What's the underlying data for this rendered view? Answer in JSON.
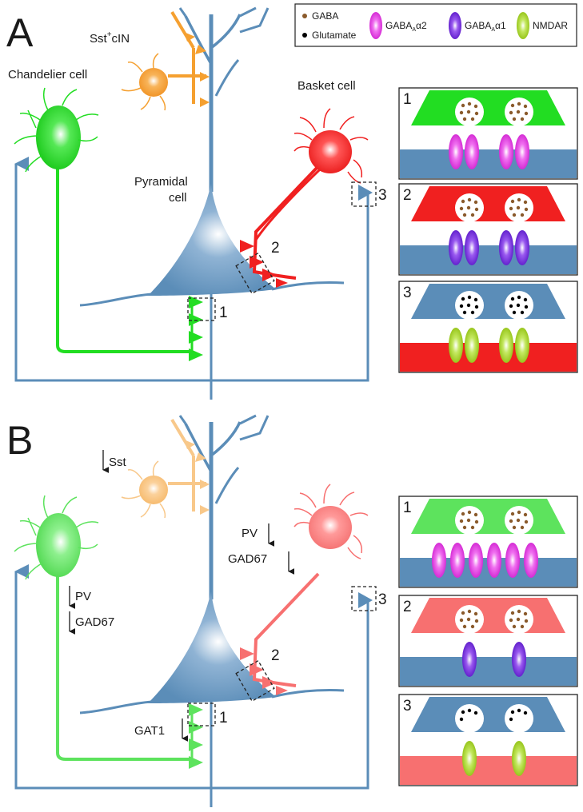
{
  "panels": [
    {
      "letter": "A",
      "labels": {
        "sst": "Sst",
        "sst_sup": "+",
        "sst_suffix": "cIN",
        "chandelier": "Chandelier cell",
        "basket": "Basket cell",
        "pyramidal_line1": "Pyramidal",
        "pyramidal_line2": "cell"
      },
      "site_numbers": [
        "1",
        "2",
        "3"
      ],
      "synapse_boxes": [
        {
          "number": "1",
          "presynaptic_color": "#22dd22",
          "postsynaptic_color": "#5b8db8",
          "dot": "GABA",
          "receptor": "GABAA α2",
          "receptor_count": 4
        },
        {
          "number": "2",
          "presynaptic_color": "#f02020",
          "postsynaptic_color": "#5b8db8",
          "dot": "GABA",
          "receptor": "GABAA α1",
          "receptor_count": 4
        },
        {
          "number": "3",
          "presynaptic_color": "#5b8db8",
          "postsynaptic_color": "#f02020",
          "dot": "Glutamate",
          "receptor": "NMDAR",
          "receptor_count": 4
        }
      ]
    },
    {
      "letter": "B",
      "labels": {
        "sst": "Sst",
        "pv": "PV",
        "gad67": "GAD67",
        "gat1": "GAT1"
      },
      "site_numbers": [
        "1",
        "2",
        "3"
      ],
      "synapse_boxes": [
        {
          "number": "1",
          "presynaptic_color": "#5de35d",
          "postsynaptic_color": "#5b8db8",
          "dot": "GABA",
          "receptor": "GABAA α2",
          "receptor_count": 6
        },
        {
          "number": "2",
          "presynaptic_color": "#f77070",
          "postsynaptic_color": "#5b8db8",
          "dot": "GABA",
          "receptor": "GABAA α1",
          "receptor_count": 2
        },
        {
          "number": "3",
          "presynaptic_color": "#5b8db8",
          "postsynaptic_color": "#f77070",
          "dot": "Glutamate",
          "receptor": "NMDAR",
          "receptor_count": 2
        }
      ]
    }
  ],
  "legend": {
    "gaba": "GABA",
    "glutamate": "Glutamate",
    "gabaa_a2": "GABA",
    "gabaa_a2_sub": "A",
    "gabaa_a2_suffix": "α2",
    "gabaa_a1": "GABA",
    "gabaa_a1_sub": "A",
    "gabaa_a1_suffix": "α1",
    "nmdar": "NMDAR"
  },
  "colors": {
    "pyramidal": "#5b8db8",
    "sst": "#f5a030",
    "sst_reduced": "#f8c88a",
    "chandelier": "#22dd22",
    "chandelier_reduced": "#5de35d",
    "basket": "#f02020",
    "basket_reduced": "#f77070",
    "gaba_dot": "#8a5a2b",
    "glutamate_dot": "#000000",
    "gabaa_a2": "#e040e0",
    "gabaa_a1": "#7a30e0",
    "nmdar": "#a8d020"
  }
}
